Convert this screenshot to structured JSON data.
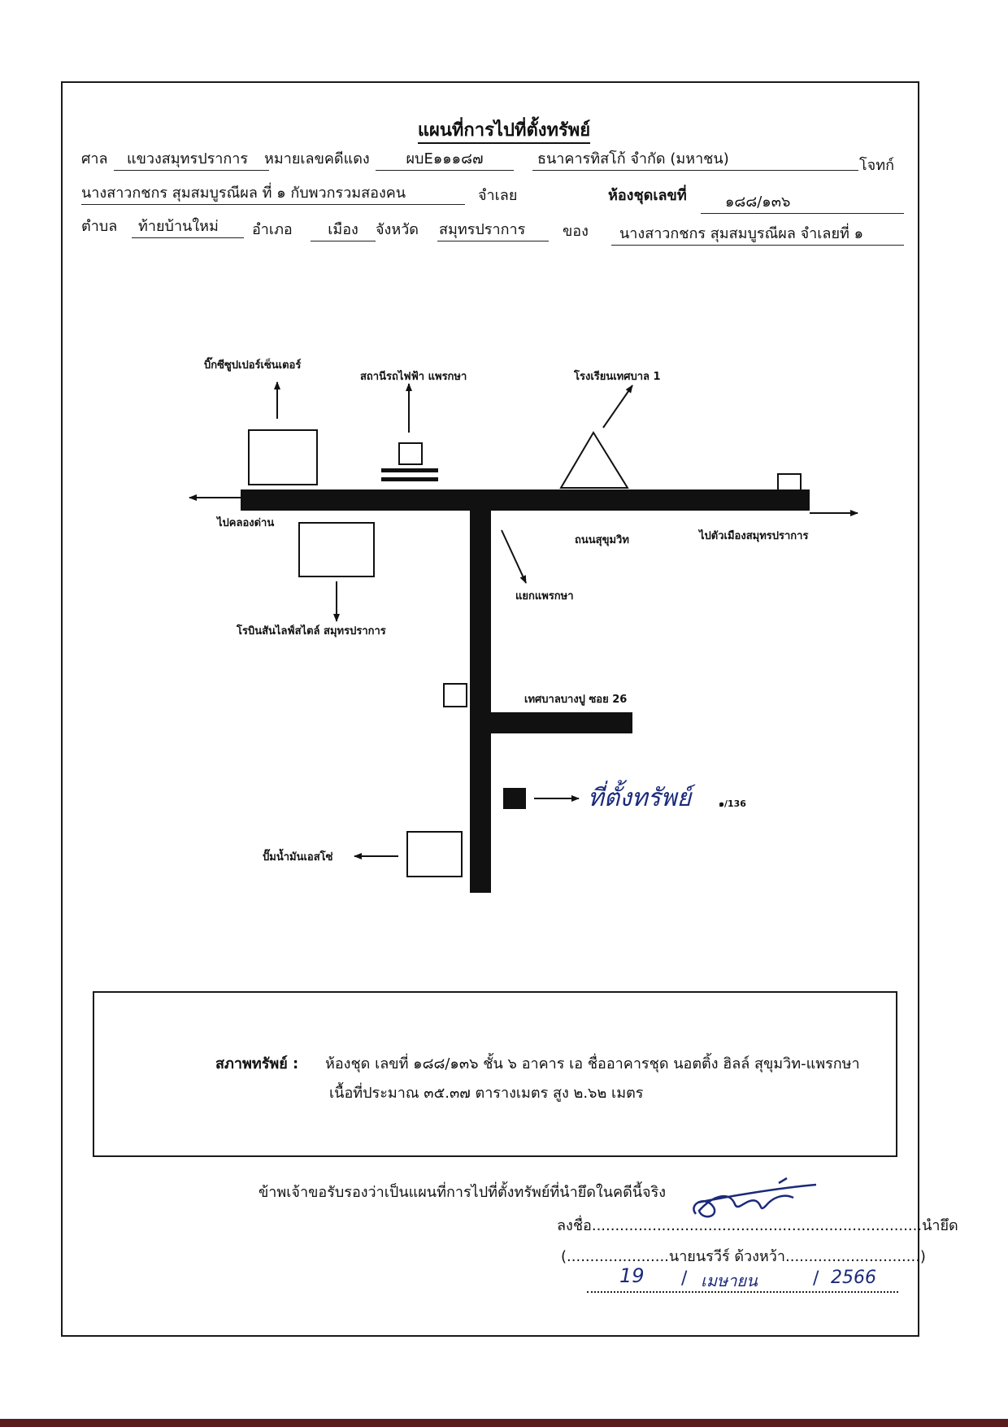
{
  "header": {
    "title": "แผนที่การไปที่ตั้งทรัพย์",
    "court_label": "ศาล",
    "court_value": "แขวงสมุทรปราการ",
    "case_label": "หมายเลขคดีแดง",
    "case_value": "ผบE๑๑๑๘๗",
    "plaintiff_value": "ธนาคารทิสโก้ จำกัด (มหาชน)",
    "plaintiff_label": "โจทก์",
    "defendant_value": "นางสาวกชกร สุมสมบูรณีผล ที่ ๑ กับพวกรวมสองคน",
    "defendant_label": "จำเลย",
    "unit_label": "ห้องชุดเลขที่",
    "unit_value": "๑๘๘/๑๓๖",
    "subdistrict_label": "ตำบล",
    "subdistrict_value": "ท้ายบ้านใหม่",
    "district_label": "อำเภอ",
    "district_value": "เมือง",
    "province_label": "จังหวัด",
    "province_value": "สมุทรปราการ",
    "owner_label": "ของ",
    "owner_value": "นางสาวกชกร สุมสมบูรณีผล จำเลยที่ ๑"
  },
  "map": {
    "big_c": "บิ๊กซีซูปเปอร์เซ็นเตอร์",
    "bts_station": "สถานีรถไฟฟ้า แพรกษา",
    "school": "โรงเรียนเทศบาล 1",
    "to_khlong_dan": "ไปคลองด่าน",
    "sukhumvit_rd": "ถนนสุขุมวิท",
    "to_city": "ไปตัวเมืองสมุทรปราการ",
    "praeksa_junction": "แยกแพรกษา",
    "robinson": "โรบินสันไลฟ์สไตล์ สมุทรปราการ",
    "soi26": "เทศบาลบางปู ซอย 26",
    "property_handwritten": "ที่ตั้งทรัพย์",
    "property_no": "๑/136",
    "gas_station": "ปั๊มน้ำมันเอสโซ่"
  },
  "status": {
    "label": "สภาพทรัพย์ :",
    "line1": "ห้องชุด เลขที่ ๑๘๘/๑๓๖ ชั้น ๖ อาคาร เอ ชื่ออาคารชุด นอตติ้ง ฮิลล์ สุขุมวิท-แพรกษา",
    "line2": "เนื้อที่ประมาณ ๓๕.๓๗ ตารางเมตร สูง ๒.๖๒ เมตร"
  },
  "certification": {
    "statement": "ข้าพเจ้าขอรับรองว่าเป็นแผนที่การไปที่ตั้งทรัพย์ที่นำยึดในคดีนี้จริง",
    "sign_label": "ลงชื่อ.......................................................................นำยึด",
    "name_line": "(......................นายนรวีร์ ด้วงหว้า.............................)",
    "date_day": "19",
    "date_month": "เมษายน",
    "date_year": "2566"
  },
  "colors": {
    "ink": "#111111",
    "pen": "#1b2a7a"
  }
}
